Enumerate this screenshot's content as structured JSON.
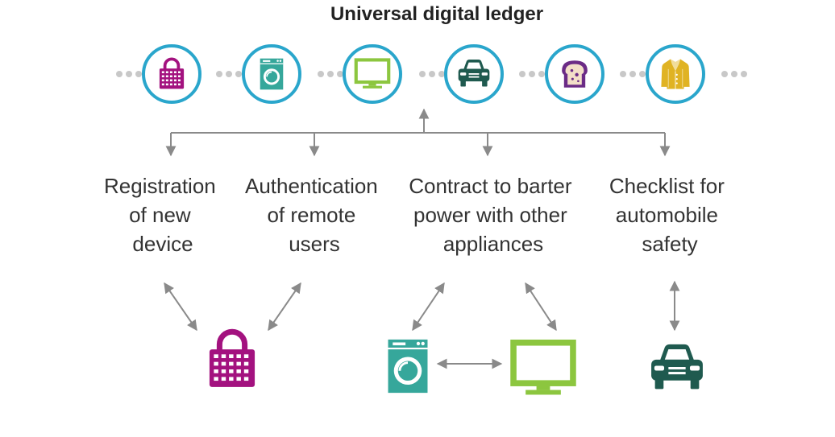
{
  "title": "Universal digital ledger",
  "colors": {
    "ring": "#2aa6cc",
    "lock": "#a3127f",
    "washer": "#36a79b",
    "tv": "#8cc63f",
    "car": "#1f5a4f",
    "toast": "#6b2b86",
    "coat": "#e0b323",
    "arrow": "#8a8a8a",
    "dots": "#c8c8c8"
  },
  "ledger_items": [
    {
      "icon": "lock-icon"
    },
    {
      "icon": "washing-machine-icon"
    },
    {
      "icon": "television-icon"
    },
    {
      "icon": "car-icon"
    },
    {
      "icon": "toast-icon"
    },
    {
      "icon": "coat-icon"
    }
  ],
  "use_cases": [
    {
      "lines": [
        "Registration",
        "of new",
        "device"
      ]
    },
    {
      "lines": [
        "Authentication",
        "of remote",
        "users"
      ]
    },
    {
      "lines": [
        "Contract to barter",
        "power with other",
        "appliances"
      ]
    },
    {
      "lines": [
        "Checklist for",
        "automobile",
        "safety"
      ]
    }
  ]
}
